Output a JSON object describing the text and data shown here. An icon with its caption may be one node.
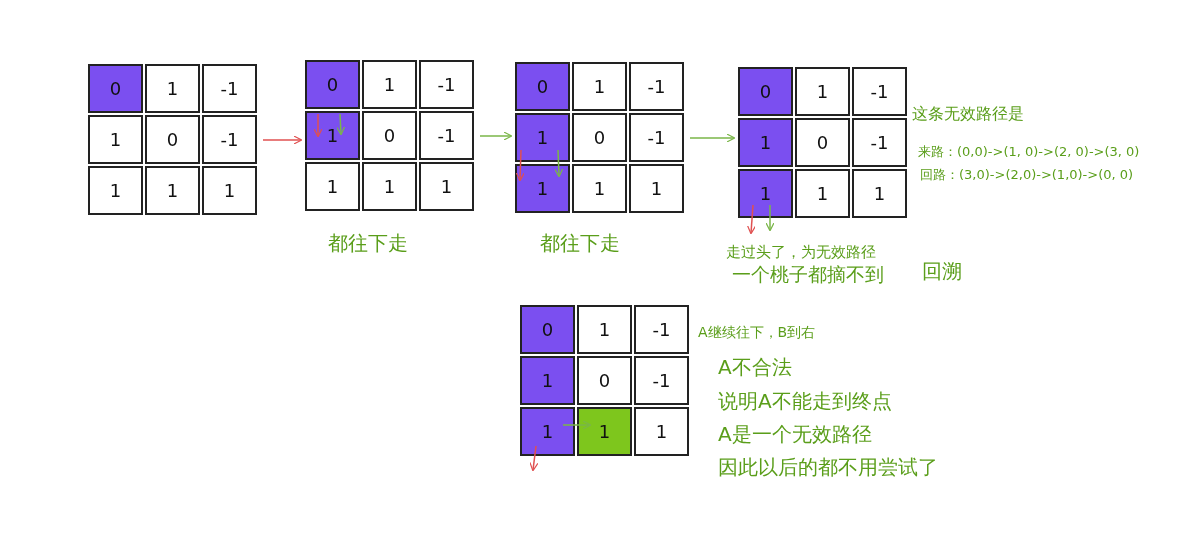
{
  "diagram": {
    "nodes": [
      {
        "text": [],
        "shape": "box"
      },
      {
        "text": [
          "0"
        ],
        "in": 0
      },
      {
        "text": [
          "1"
        ],
        "in": 0
      },
      {
        "text": [
          "-1"
        ],
        "in": 0
      },
      {
        "text": [
          "1"
        ],
        "in": 0
      },
      {
        "text": [
          "0"
        ],
        "in": 0
      },
      {
        "text": [
          "-1"
        ],
        "in": 0
      },
      {
        "text": [
          "1"
        ],
        "in": 0
      },
      {
        "text": [
          "1"
        ],
        "in": 0
      },
      {
        "text": [
          "1"
        ],
        "in": 0
      },
      {
        "text": [],
        "shape": "box",
        "beside": [
          "都往下走"
        ]
      },
      {
        "text": [
          "0"
        ],
        "in": 10
      },
      {
        "text": [
          "1"
        ],
        "in": 10
      },
      {
        "text": [
          "-1"
        ],
        "in": 10
      },
      {
        "text": [
          "1"
        ],
        "in": 10
      },
      {
        "text": [
          "0"
        ],
        "in": 10
      },
      {
        "text": [
          "-1"
        ],
        "in": 10
      },
      {
        "text": [
          "1"
        ],
        "in": 10
      },
      {
        "text": [
          "1"
        ],
        "in": 10
      },
      {
        "text": [
          "1"
        ],
        "in": 10
      },
      {
        "text": [],
        "shape": "box",
        "beside": [
          "都往下走"
        ]
      },
      {
        "text": [
          "0"
        ],
        "in": 20
      },
      {
        "text": [
          "1"
        ],
        "in": 20
      },
      {
        "text": [
          "-1"
        ],
        "in": 20
      },
      {
        "text": [
          "1"
        ],
        "in": 20
      },
      {
        "text": [
          "0"
        ],
        "in": 20
      },
      {
        "text": [
          "-1"
        ],
        "in": 20
      },
      {
        "text": [
          "1"
        ],
        "in": 20
      },
      {
        "text": [
          "1"
        ],
        "in": 20
      },
      {
        "text": [
          "1"
        ],
        "in": 20
      },
      {
        "text": [],
        "shape": "box",
        "beside": [
          "这条无效路径是",
          "来路：(0,0)->(1, 0)->(2, 0)->(3, 0)",
          "回路：(3,0)->(2,0)->(1,0)->(0, 0)",
          "走过头了，为无效路径",
          "一个桃子都摘不到"
        ]
      },
      {
        "text": [
          "0"
        ],
        "in": 30
      },
      {
        "text": [
          "1"
        ],
        "in": 30
      },
      {
        "text": [
          "-1"
        ],
        "in": 30
      },
      {
        "text": [
          "1"
        ],
        "in": 30
      },
      {
        "text": [
          "0"
        ],
        "in": 30
      },
      {
        "text": [
          "-1"
        ],
        "in": 30
      },
      {
        "text": [
          "1"
        ],
        "in": 30
      },
      {
        "text": [
          "1"
        ],
        "in": 30
      },
      {
        "text": [
          "1"
        ],
        "in": 30
      },
      {
        "text": [],
        "shape": "box",
        "beside": [
          "A继续往下，B到右",
          "A不合法",
          "说明A不能走到终点",
          "A是一个无效路径",
          "因此以后的都不用尝试了"
        ]
      },
      {
        "text": [
          "0"
        ],
        "in": 40
      },
      {
        "text": [
          "1"
        ],
        "in": 40
      },
      {
        "text": [
          "-1"
        ],
        "in": 40
      },
      {
        "text": [
          "1"
        ],
        "in": 40
      },
      {
        "text": [
          "0"
        ],
        "in": 40
      },
      {
        "text": [
          "-1"
        ],
        "in": 40
      },
      {
        "text": [
          "1"
        ],
        "in": 40
      },
      {
        "text": [
          "1"
        ],
        "in": 40
      },
      {
        "text": [
          "1"
        ],
        "in": 40
      }
    ],
    "edges": [
      {
        "from": 0,
        "to": 10,
        "arrow": "to",
        "color": "#e05050"
      },
      {
        "from": 10,
        "to": 20,
        "arrow": "to"
      },
      {
        "from": 20,
        "to": 30,
        "arrow": "to"
      }
    ],
    "labels": [
      "回溯"
    ]
  }
}
